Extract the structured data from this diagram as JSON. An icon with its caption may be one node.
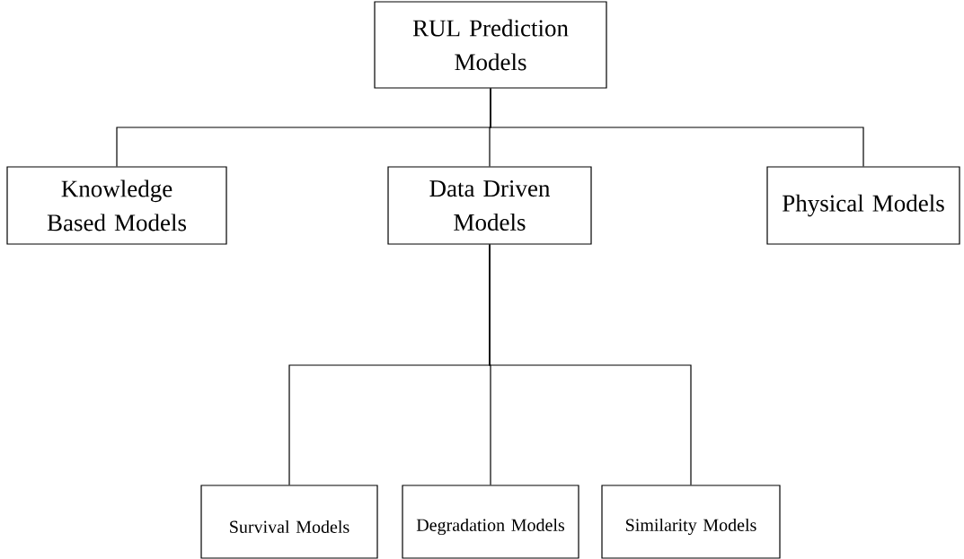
{
  "diagram": {
    "nodes": [
      {
        "text": [
          "RUL Prediction Models"
        ]
      },
      {
        "text": [
          "Knowledge Based Models"
        ]
      },
      {
        "text": [
          "Data Driven Models"
        ]
      },
      {
        "text": [
          "Physical Models"
        ]
      },
      {
        "text": [
          "Survival Models"
        ]
      },
      {
        "text": [
          "Degradation Models"
        ]
      },
      {
        "text": [
          "Similarity Models"
        ]
      }
    ],
    "edges": [
      {
        "from": 0,
        "to": 1,
        "arrow": "none"
      },
      {
        "from": 0,
        "to": 2,
        "arrow": "none"
      },
      {
        "from": 0,
        "to": 3,
        "arrow": "none"
      },
      {
        "from": 2,
        "to": 4,
        "arrow": "none"
      },
      {
        "from": 2,
        "to": 5,
        "arrow": "none"
      },
      {
        "from": 2,
        "to": 6,
        "arrow": "none"
      }
    ]
  }
}
